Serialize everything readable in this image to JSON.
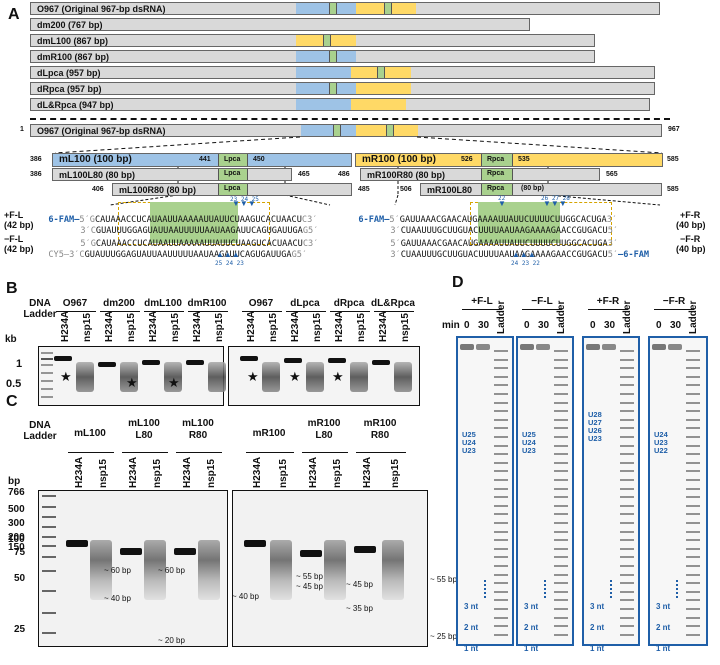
{
  "panels": {
    "a": "A",
    "b": "B",
    "c": "C",
    "d": "D"
  },
  "panelA": {
    "constructs": [
      {
        "name": "O967 (Original 967-bp dsRNA)"
      },
      {
        "name": "dm200 (767 bp)"
      },
      {
        "name": "dmL100 (867 bp)"
      },
      {
        "name": "dmR100 (867 bp)"
      },
      {
        "name": "dLpca (957 bp)"
      },
      {
        "name": "dRpca (957 bp)"
      },
      {
        "name": "dL&Rpca (947 bp)"
      }
    ],
    "full_name": "O967 (Original 967-bp dsRNA)",
    "full_start": "1",
    "full_end": "967",
    "mL100": "mL100 (100 bp)",
    "mR100": "mR100 (100 bp)",
    "mL100L80": "mL100L80 (80 bp)",
    "mR100R80": "mR100R80 (80 bp)",
    "mL100R80": "mL100R80 (80 bp)",
    "mR100L80": "mR100L80",
    "rpca80": "(80 bp)",
    "lpca": "Lpca",
    "rpca": "Rpca",
    "n386": "386",
    "n441": "441",
    "n450": "450",
    "n465": "465",
    "n486": "486",
    "n526": "526",
    "n535": "535",
    "n585": "585",
    "n406": "406",
    "n485": "485",
    "n506": "506",
    "n565": "565",
    "fl": "+F-L",
    "fl_bp": "(42 bp)",
    "mfl": "−F-L",
    "mfl_bp": "(42 bp)",
    "fr": "+F-R",
    "fr_bp": "(40 bp)",
    "mfr": "−F-R",
    "mfr_bp": "(40 bp)",
    "fam": "6-FAM–",
    "fam_r": "–6-FAM",
    "cy5": "CY5–",
    "seqL1_pre": "5′G",
    "seqL1": "CAUAAACCUCAUAAUUAAAAAUUAUUCUAAGUCACUAACU",
    "seqL1_end": "C3′",
    "seqL2_pre": "3′C",
    "seqL2": "GUAUUUGGAGUAUUAAUUUUUAAUAAGAUUCAGUGAUUGA",
    "seqL2_end": "G5′",
    "seqL3_pre": "5′G",
    "seqL3": "CAUAAACCUCAUAAUUAAAAAUUAUUCUAAGUCACUAACU",
    "seqL3_end": "C3′",
    "seqL4_pre": "3′C",
    "seqL4": "GUAUUUGGAGUAUUAAUUUUUAAUAAGAUUCAGUGAUUGA",
    "seqL4_end": "G5′",
    "seqR1_pre": "5′",
    "seqR1": "GAUUAAACGAACAUGAAAAUUAUUCUUUUCUUGGCACUGA",
    "seqR1_end": "3′",
    "seqR2_pre": "3′",
    "seqR2": "CUAAUUUGCUUGUACUUUUAAUAAGAAAAGAACCGUGACU",
    "seqR2_end": "5′",
    "seqR3_pre": "5′",
    "seqR3": "GAUUAAACGAACAUGAAAAUUAUUCUUUUCUUGGCACUGA",
    "seqR3_end": "3′",
    "seqR4_pre": "3′",
    "seqR4": "CUAAUUUGCUUGUACUUUUAAUAAGAAAAGAACCGUGACU",
    "seqR4_end": "5′",
    "arrowsL_top": "23 24 25",
    "arrowsL_bot": "25 24 23",
    "arrowsR_top1": "22",
    "arrowsR_top2": "26 27 28",
    "arrowsR_bot": "24 23 22"
  },
  "panelB": {
    "ladder": "DNA\nLadder",
    "kb": "kb",
    "tick1": "1",
    "tick05": "0.5",
    "groups": [
      "O967",
      "dm200",
      "dmL100",
      "dmR100",
      "O967",
      "dLpca",
      "dRpca",
      "dL&Rpca"
    ],
    "lanes": [
      "H234A",
      "nsp15",
      "H234A",
      "nsp15",
      "H234A",
      "nsp15",
      "H234A",
      "nsp15",
      "H234A",
      "nsp15",
      "H234A",
      "nsp15",
      "H234A",
      "nsp15",
      "H234A",
      "nsp15"
    ],
    "star": "★"
  },
  "panelC": {
    "ladder": "DNA Ladder",
    "bp": "bp",
    "ticks": [
      "766",
      "500",
      "300",
      "200",
      "150",
      "100",
      "75",
      "50",
      "25"
    ],
    "groups": [
      "mL100",
      "mL100\nL80",
      "mL100\nR80",
      "mR100",
      "mR100\nL80",
      "mR100\nR80"
    ],
    "lanes": [
      "H234A",
      "nsp15",
      "H234A",
      "nsp15",
      "H234A",
      "nsp15",
      "H234A",
      "nsp15",
      "H234A",
      "nsp15",
      "H234A",
      "nsp15"
    ],
    "ann": [
      "~ 60 bp",
      "~ 40 bp",
      "~ 60 bp",
      "~ 20 bp",
      "~ 40 bp",
      "~ 55 bp",
      "~ 45 bp",
      "~ 45 bp",
      "~ 35 bp",
      "~ 55 bp",
      "~ 25 bp"
    ]
  },
  "panelD": {
    "min": "min",
    "gels": [
      {
        "title": "+F-L",
        "t0": "0",
        "t30": "30",
        "ladder": "Ladder",
        "u": [
          "U25",
          "U24",
          "U23"
        ]
      },
      {
        "title": "−F-L",
        "t0": "0",
        "t30": "30",
        "ladder": "Ladder",
        "u": [
          "U25",
          "U24",
          "U23"
        ]
      },
      {
        "title": "+F-R",
        "t0": "0",
        "t30": "30",
        "ladder": "Ladder",
        "u": [
          "U28",
          "U27",
          "U26",
          "U23"
        ]
      },
      {
        "title": "−F-R",
        "t0": "0",
        "t30": "30",
        "ladder": "Ladder",
        "u": [
          "U24",
          "U23",
          "U22"
        ]
      }
    ],
    "nt": [
      "3 nt",
      "2 nt",
      "1 nt"
    ]
  },
  "colors": {
    "blue": "#9ec3e6",
    "yellow": "#ffd966",
    "green": "#a9d18e",
    "accent": "#1f5fa8"
  }
}
